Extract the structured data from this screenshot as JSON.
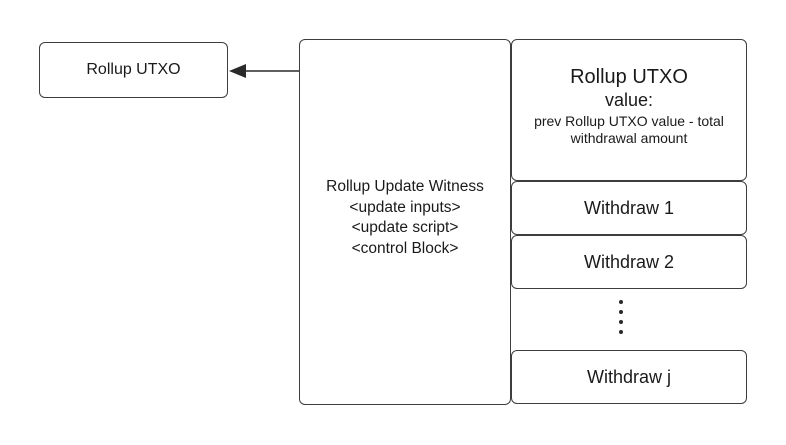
{
  "left_box": {
    "label": "Rollup UTXO"
  },
  "witness": {
    "lines": [
      "Rollup Update Witness",
      "<update inputs>",
      "<update script>",
      "<control Block>"
    ]
  },
  "outputs": {
    "main": {
      "title": "Rollup UTXO",
      "value_label": "value:",
      "value_desc_line1": "prev Rollup UTXO value - total",
      "value_desc_line2": "withdrawal amount"
    },
    "withdrawals": [
      "Withdraw 1",
      "Withdraw 2",
      "Withdraw j"
    ]
  },
  "colors": {
    "border": "#3d3d3d",
    "text": "#1a1a1a",
    "arrow": "#2a2a2a"
  }
}
